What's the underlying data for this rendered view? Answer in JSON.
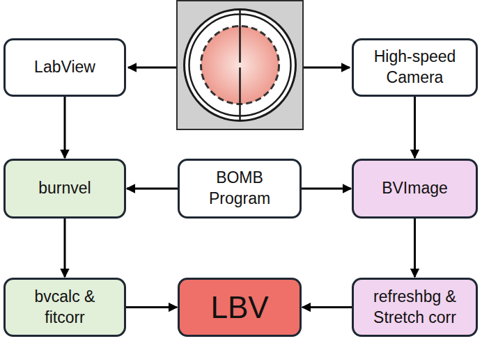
{
  "diagram": {
    "nodes": [
      {
        "text": [
          "LabView"
        ]
      },
      {
        "text": [
          "High-speed Camera"
        ]
      },
      {
        "text": [
          "burnvel"
        ]
      },
      {
        "text": [
          "BOMB Program"
        ]
      },
      {
        "text": [
          "BVImage"
        ]
      },
      {
        "text": [
          "bvcalc & fitcorr"
        ]
      },
      {
        "text": [
          "LBV"
        ]
      },
      {
        "text": [
          "refreshbg & Stretch corr"
        ]
      }
    ],
    "edges": [
      {
        "from": 0,
        "to": 2,
        "arrow": "to"
      },
      {
        "from": 1,
        "to": 4,
        "arrow": "to"
      },
      {
        "from": 3,
        "to": 2,
        "arrow": "to"
      },
      {
        "from": 3,
        "to": 4,
        "arrow": "to"
      },
      {
        "from": 2,
        "to": 5,
        "arrow": "to"
      },
      {
        "from": 4,
        "to": 7,
        "arrow": "to"
      },
      {
        "from": 5,
        "to": 6,
        "arrow": "to"
      },
      {
        "from": 7,
        "to": 6,
        "arrow": "to"
      }
    ]
  }
}
